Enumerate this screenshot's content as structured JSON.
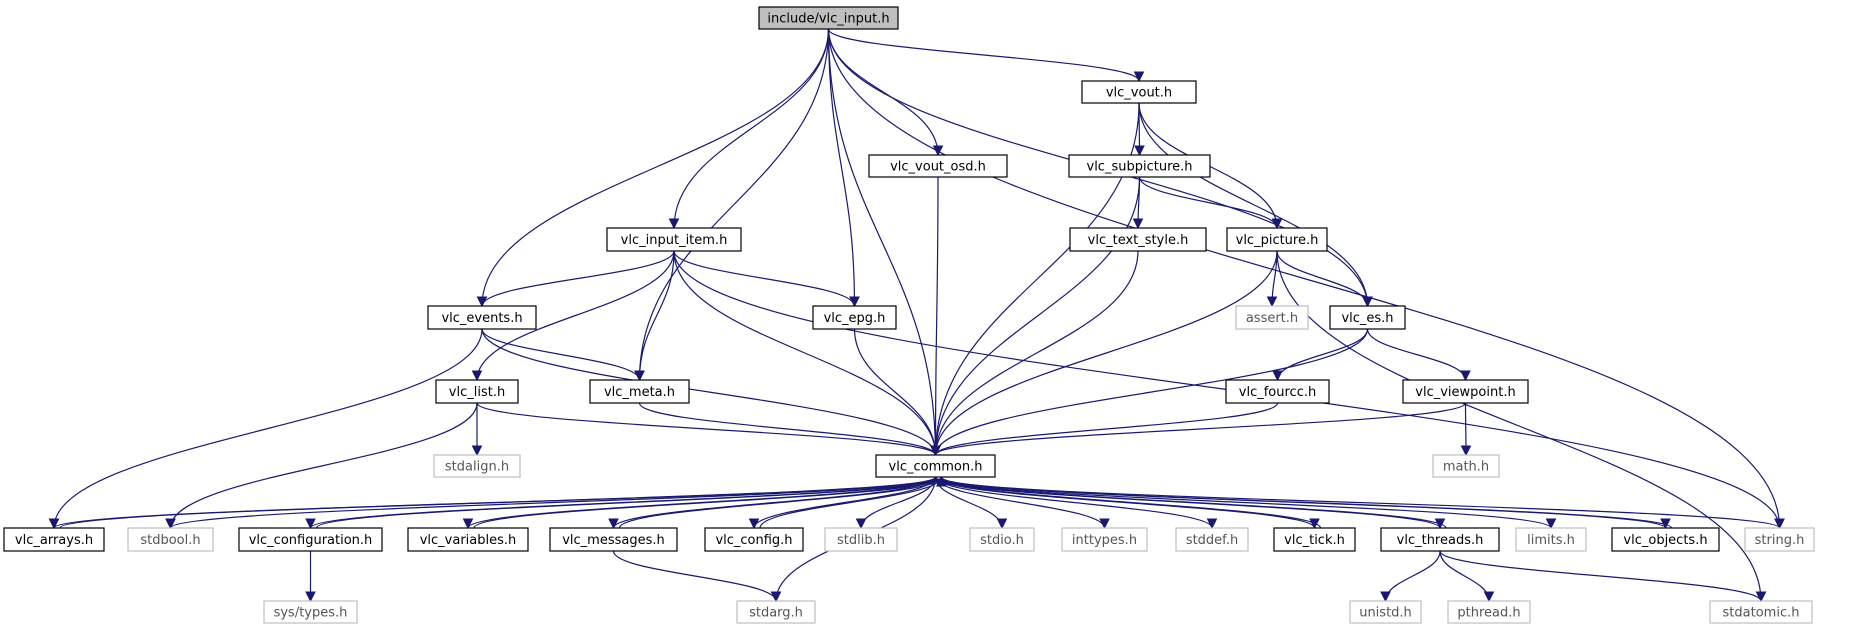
{
  "graph": {
    "colors": {
      "edge": "#191970",
      "root_fill": "#bfbfbf",
      "node_border": "#000000",
      "system_border": "#bfbfbf",
      "system_text": "#555555"
    },
    "nodes": [
      {
        "id": "vlc_input",
        "label": "include/vlc_input.h",
        "kind": "root"
      },
      {
        "id": "vlc_vout",
        "label": "vlc_vout.h",
        "kind": "normal"
      },
      {
        "id": "vlc_vout_osd",
        "label": "vlc_vout_osd.h",
        "kind": "normal"
      },
      {
        "id": "vlc_subpicture",
        "label": "vlc_subpicture.h",
        "kind": "normal"
      },
      {
        "id": "vlc_input_item",
        "label": "vlc_input_item.h",
        "kind": "normal"
      },
      {
        "id": "vlc_text_style",
        "label": "vlc_text_style.h",
        "kind": "normal"
      },
      {
        "id": "vlc_picture",
        "label": "vlc_picture.h",
        "kind": "normal"
      },
      {
        "id": "vlc_events",
        "label": "vlc_events.h",
        "kind": "normal"
      },
      {
        "id": "vlc_epg",
        "label": "vlc_epg.h",
        "kind": "normal"
      },
      {
        "id": "assert",
        "label": "assert.h",
        "kind": "system"
      },
      {
        "id": "vlc_es",
        "label": "vlc_es.h",
        "kind": "normal"
      },
      {
        "id": "vlc_list",
        "label": "vlc_list.h",
        "kind": "normal"
      },
      {
        "id": "vlc_meta",
        "label": "vlc_meta.h",
        "kind": "normal"
      },
      {
        "id": "vlc_fourcc",
        "label": "vlc_fourcc.h",
        "kind": "normal"
      },
      {
        "id": "vlc_viewpoint",
        "label": "vlc_viewpoint.h",
        "kind": "normal"
      },
      {
        "id": "stdalign",
        "label": "stdalign.h",
        "kind": "system"
      },
      {
        "id": "vlc_common",
        "label": "vlc_common.h",
        "kind": "normal"
      },
      {
        "id": "math",
        "label": "math.h",
        "kind": "system"
      },
      {
        "id": "vlc_arrays",
        "label": "vlc_arrays.h",
        "kind": "normal"
      },
      {
        "id": "stdbool",
        "label": "stdbool.h",
        "kind": "system"
      },
      {
        "id": "vlc_configuration",
        "label": "vlc_configuration.h",
        "kind": "normal"
      },
      {
        "id": "vlc_variables",
        "label": "vlc_variables.h",
        "kind": "normal"
      },
      {
        "id": "vlc_messages",
        "label": "vlc_messages.h",
        "kind": "normal"
      },
      {
        "id": "vlc_config",
        "label": "vlc_config.h",
        "kind": "normal"
      },
      {
        "id": "stdlib",
        "label": "stdlib.h",
        "kind": "system"
      },
      {
        "id": "stdio",
        "label": "stdio.h",
        "kind": "system"
      },
      {
        "id": "inttypes",
        "label": "inttypes.h",
        "kind": "system"
      },
      {
        "id": "stddef",
        "label": "stddef.h",
        "kind": "system"
      },
      {
        "id": "vlc_tick",
        "label": "vlc_tick.h",
        "kind": "normal"
      },
      {
        "id": "vlc_threads",
        "label": "vlc_threads.h",
        "kind": "normal"
      },
      {
        "id": "limits",
        "label": "limits.h",
        "kind": "system"
      },
      {
        "id": "vlc_objects",
        "label": "vlc_objects.h",
        "kind": "normal"
      },
      {
        "id": "string",
        "label": "string.h",
        "kind": "system"
      },
      {
        "id": "sys_types",
        "label": "sys/types.h",
        "kind": "system"
      },
      {
        "id": "stdarg",
        "label": "stdarg.h",
        "kind": "system"
      },
      {
        "id": "unistd",
        "label": "unistd.h",
        "kind": "system"
      },
      {
        "id": "pthread",
        "label": "pthread.h",
        "kind": "system"
      },
      {
        "id": "stdatomic",
        "label": "stdatomic.h",
        "kind": "system"
      }
    ],
    "edges": [
      [
        "vlc_input",
        "vlc_events"
      ],
      [
        "vlc_input",
        "vlc_meta"
      ],
      [
        "vlc_input",
        "vlc_input_item"
      ],
      [
        "vlc_input",
        "vlc_common"
      ],
      [
        "vlc_input",
        "vlc_epg"
      ],
      [
        "vlc_input",
        "vlc_vout_osd"
      ],
      [
        "vlc_input",
        "vlc_vout"
      ],
      [
        "vlc_input",
        "vlc_es"
      ],
      [
        "vlc_input",
        "string"
      ],
      [
        "vlc_vout",
        "vlc_subpicture"
      ],
      [
        "vlc_vout",
        "vlc_picture"
      ],
      [
        "vlc_vout",
        "vlc_es"
      ],
      [
        "vlc_vout",
        "vlc_common"
      ],
      [
        "vlc_vout_osd",
        "vlc_common"
      ],
      [
        "vlc_subpicture",
        "vlc_text_style"
      ],
      [
        "vlc_subpicture",
        "vlc_picture"
      ],
      [
        "vlc_subpicture",
        "vlc_common"
      ],
      [
        "vlc_text_style",
        "vlc_common"
      ],
      [
        "vlc_picture",
        "assert"
      ],
      [
        "vlc_picture",
        "vlc_es"
      ],
      [
        "vlc_picture",
        "vlc_common"
      ],
      [
        "vlc_picture",
        "stdatomic"
      ],
      [
        "vlc_input_item",
        "vlc_events"
      ],
      [
        "vlc_input_item",
        "vlc_meta"
      ],
      [
        "vlc_input_item",
        "vlc_epg"
      ],
      [
        "vlc_input_item",
        "vlc_list"
      ],
      [
        "vlc_input_item",
        "vlc_common"
      ],
      [
        "vlc_input_item",
        "string"
      ],
      [
        "vlc_events",
        "vlc_meta"
      ],
      [
        "vlc_events",
        "vlc_common"
      ],
      [
        "vlc_events",
        "vlc_arrays"
      ],
      [
        "vlc_epg",
        "vlc_common"
      ],
      [
        "vlc_es",
        "vlc_fourcc"
      ],
      [
        "vlc_es",
        "vlc_viewpoint"
      ],
      [
        "vlc_es",
        "vlc_common"
      ],
      [
        "vlc_fourcc",
        "vlc_common"
      ],
      [
        "vlc_viewpoint",
        "math"
      ],
      [
        "vlc_viewpoint",
        "vlc_common"
      ],
      [
        "vlc_list",
        "stdalign"
      ],
      [
        "vlc_list",
        "stdbool"
      ],
      [
        "vlc_list",
        "vlc_common"
      ],
      [
        "vlc_meta",
        "vlc_common"
      ],
      [
        "vlc_common",
        "vlc_arrays"
      ],
      [
        "vlc_common",
        "stdbool"
      ],
      [
        "vlc_common",
        "vlc_configuration"
      ],
      [
        "vlc_common",
        "vlc_variables"
      ],
      [
        "vlc_common",
        "vlc_messages"
      ],
      [
        "vlc_common",
        "vlc_config"
      ],
      [
        "vlc_common",
        "stdlib"
      ],
      [
        "vlc_common",
        "stdio"
      ],
      [
        "vlc_common",
        "inttypes"
      ],
      [
        "vlc_common",
        "stddef"
      ],
      [
        "vlc_common",
        "vlc_tick"
      ],
      [
        "vlc_common",
        "vlc_threads"
      ],
      [
        "vlc_common",
        "limits"
      ],
      [
        "vlc_common",
        "vlc_objects"
      ],
      [
        "vlc_common",
        "string"
      ],
      [
        "vlc_common",
        "stdarg"
      ],
      [
        "vlc_arrays",
        "vlc_common"
      ],
      [
        "vlc_configuration",
        "vlc_common"
      ],
      [
        "vlc_variables",
        "vlc_common"
      ],
      [
        "vlc_messages",
        "vlc_common"
      ],
      [
        "vlc_config",
        "vlc_common"
      ],
      [
        "vlc_tick",
        "vlc_common"
      ],
      [
        "vlc_threads",
        "vlc_common"
      ],
      [
        "vlc_objects",
        "vlc_common"
      ],
      [
        "vlc_configuration",
        "sys_types"
      ],
      [
        "vlc_messages",
        "stdarg"
      ],
      [
        "vlc_threads",
        "unistd"
      ],
      [
        "vlc_threads",
        "pthread"
      ],
      [
        "vlc_threads",
        "stdatomic"
      ]
    ]
  }
}
